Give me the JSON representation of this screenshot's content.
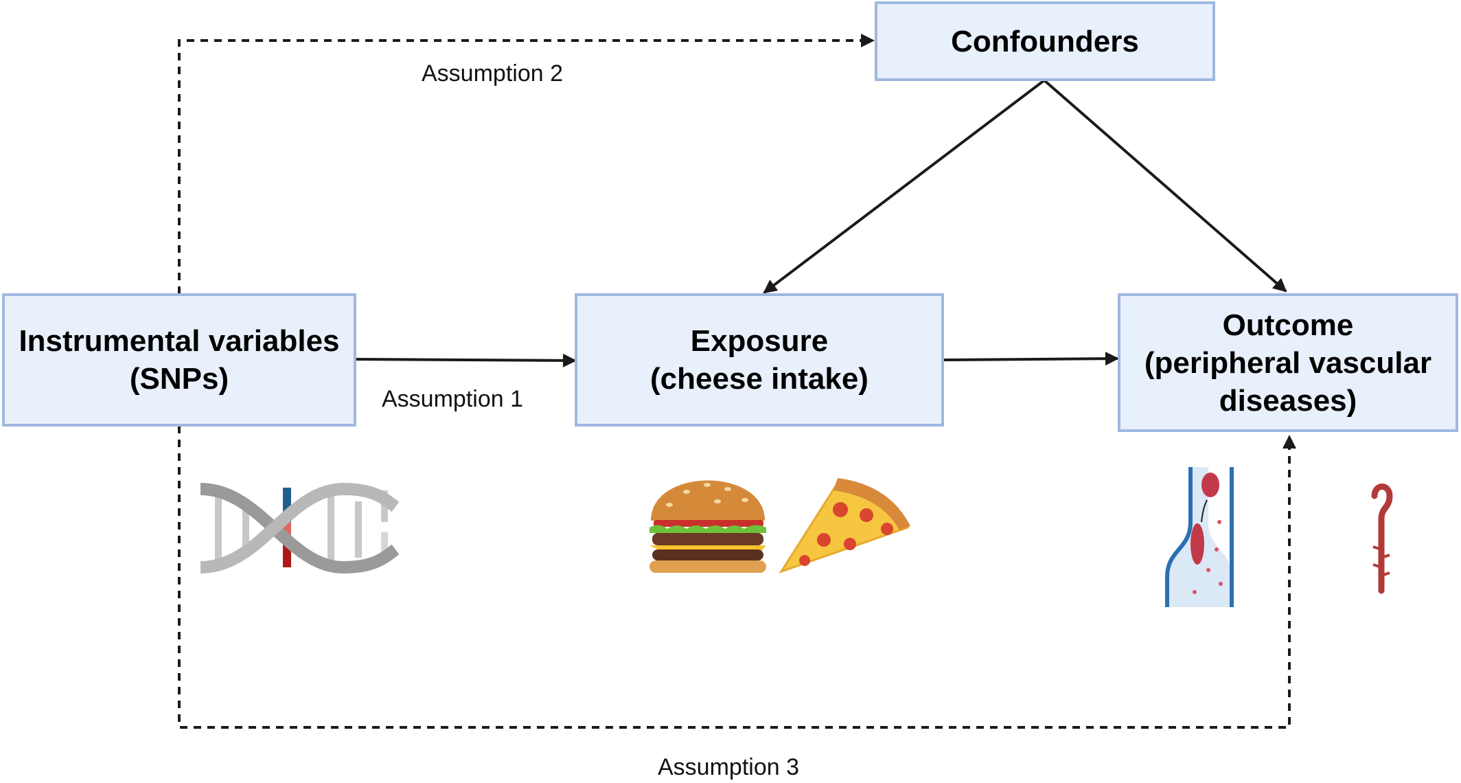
{
  "nodes": {
    "confounders": {
      "line1": "Confounders"
    },
    "instrument": {
      "line1": "Instrumental variables",
      "line2": "(SNPs)"
    },
    "exposure": {
      "line1": "Exposure",
      "line2": "(cheese intake)"
    },
    "outcome": {
      "line1": "Outcome",
      "line2": "(peripheral vascular",
      "line3": "diseases)"
    }
  },
  "labels": {
    "assumption1": "Assumption 1",
    "assumption2": "Assumption 2",
    "assumption3": "Assumption 3"
  },
  "icons": [
    "dna-icon",
    "burger-icon",
    "pizza-icon",
    "blood-vessel-icon",
    "artery-icon"
  ],
  "colors": {
    "box_fill": "#e8f0fb",
    "box_border": "#9fb8e0",
    "arrow": "#1a1a1a"
  }
}
